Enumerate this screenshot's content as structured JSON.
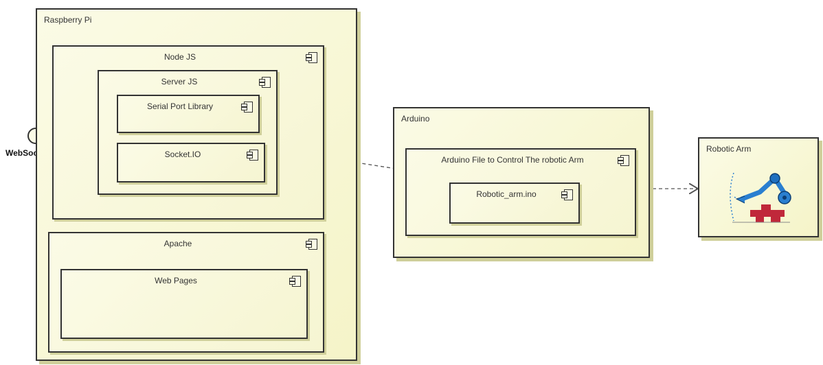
{
  "nodes": {
    "raspberry": "Raspberry Pi",
    "arduino": "Arduino",
    "robotic_arm": "Robotic Arm"
  },
  "components": {
    "nodejs": "Node JS",
    "serverjs": "Server JS",
    "serialport": "Serial Port Library",
    "socketio": "Socket.IO",
    "apache": "Apache",
    "webpages": "Web Pages",
    "arduino_file": "Arduino File to Control The robotic Arm",
    "robotic_ino": "Robotic_arm.ino"
  },
  "interface": {
    "websocket": "WebSocket"
  },
  "colors": {
    "fill": "#f7f6d0",
    "border": "#333333",
    "shadow": "#cfcf9a",
    "arm_blue": "#2a7fd0",
    "arm_red": "#c0283a"
  }
}
